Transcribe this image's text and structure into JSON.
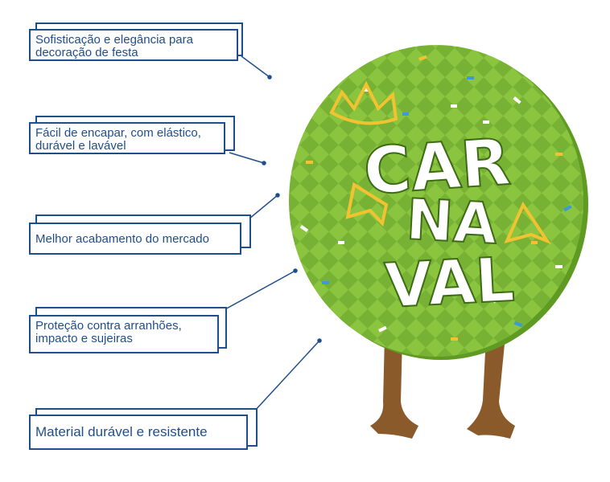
{
  "features": [
    {
      "text": "Sofisticação e elegância para decoração de festa"
    },
    {
      "text": "Fácil de encapar, com elástico, durável e lavável"
    },
    {
      "text": "Melhor acabamento do mercado"
    },
    {
      "text": "Proteção contra arranhões, impacto e sujeiras"
    },
    {
      "text": "Material durável e resistente"
    }
  ],
  "product": {
    "artwork_text": [
      "CAR",
      "NA",
      "VAL"
    ],
    "colors": {
      "green_light": "#8bc540",
      "green_dark": "#6aa72a",
      "letters": "#ffffff",
      "accent_yellow": "#f2c230",
      "accent_blue": "#3a9bd5",
      "legs": "#8a5a2b",
      "border": "#1f4e8c"
    }
  }
}
